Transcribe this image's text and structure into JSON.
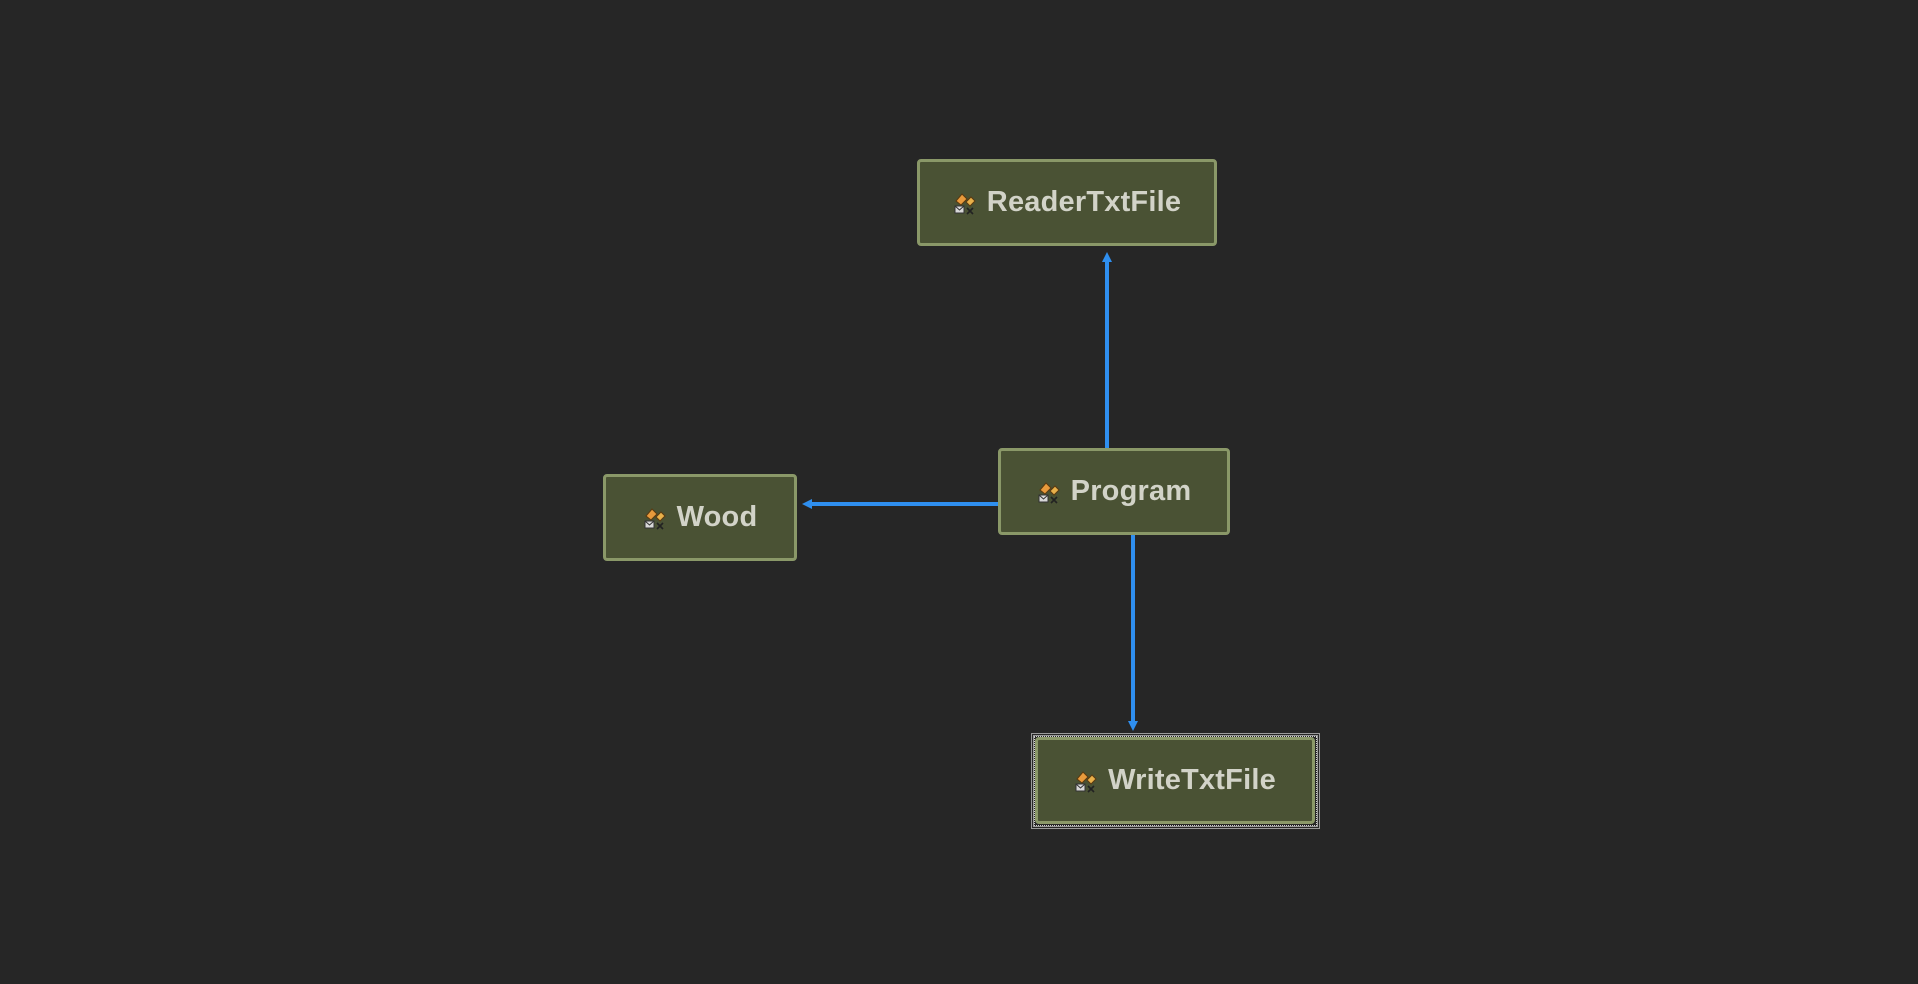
{
  "diagram": {
    "background": "#262626",
    "edge_color": "#2f8fef",
    "node_fill": "#4a5234",
    "node_border": "#8a9868",
    "nodes": {
      "reader": {
        "label": "ReaderTxtFile",
        "icon": "class-icon"
      },
      "program": {
        "label": "Program",
        "icon": "class-icon"
      },
      "wood": {
        "label": "Wood",
        "icon": "class-icon"
      },
      "writer": {
        "label": "WriteTxtFile",
        "icon": "class-icon",
        "selected": true
      }
    },
    "edges": [
      {
        "from": "Program",
        "to": "ReaderTxtFile"
      },
      {
        "from": "Program",
        "to": "Wood"
      },
      {
        "from": "Program",
        "to": "WriteTxtFile"
      }
    ]
  }
}
